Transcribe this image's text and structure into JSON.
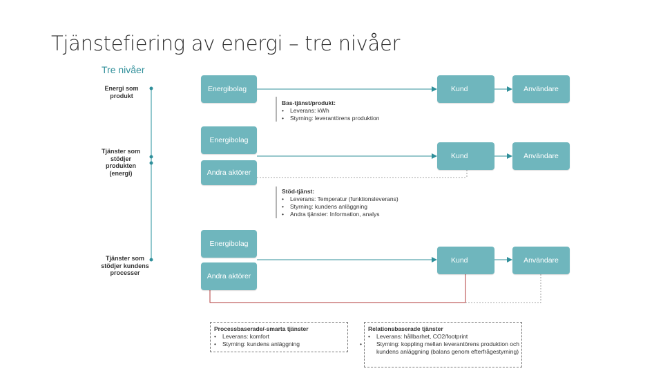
{
  "title": "Tjänstefiering av energi – tre nivåer",
  "subtitle": "Tre nivåer",
  "levels": [
    {
      "label": "Energi som produkt"
    },
    {
      "label": "Tjänster som stödjer produkten (energi)"
    },
    {
      "label": "Tjänster som stödjer kundens processer"
    }
  ],
  "boxes": {
    "energibolag": "Energibolag",
    "andra_aktorer": "Andra aktörer",
    "kund": "Kund",
    "anvandare": "Användare"
  },
  "bas": {
    "heading": "Bas-tjänst/produkt:",
    "items": [
      "Leverans: kWh",
      "Styrning: leverantörens produktion"
    ]
  },
  "stod": {
    "heading": "Stöd-tjänst:",
    "items": [
      "Leverans: Temperatur (funktionsleverans)",
      "Styrning: kundens anläggning",
      "Andra tjänster: Information, analys"
    ]
  },
  "process": {
    "heading": "Processbaserade/-smarta tjänster",
    "items": [
      "Leverans: komfort",
      "Styrning: kundens anläggning"
    ]
  },
  "relation": {
    "heading": "Relationsbaserade tjänster",
    "items": [
      "Leverans: hållbarhet, CO2/footprint",
      "Styrning: koppling mellan leverantörens produktion och kundens anläggning (balans genom efterfrågestyrning)"
    ]
  },
  "colors": {
    "box": "#6fb6bd",
    "accent": "#2f8f9a",
    "process_line": "#b23a3a"
  }
}
